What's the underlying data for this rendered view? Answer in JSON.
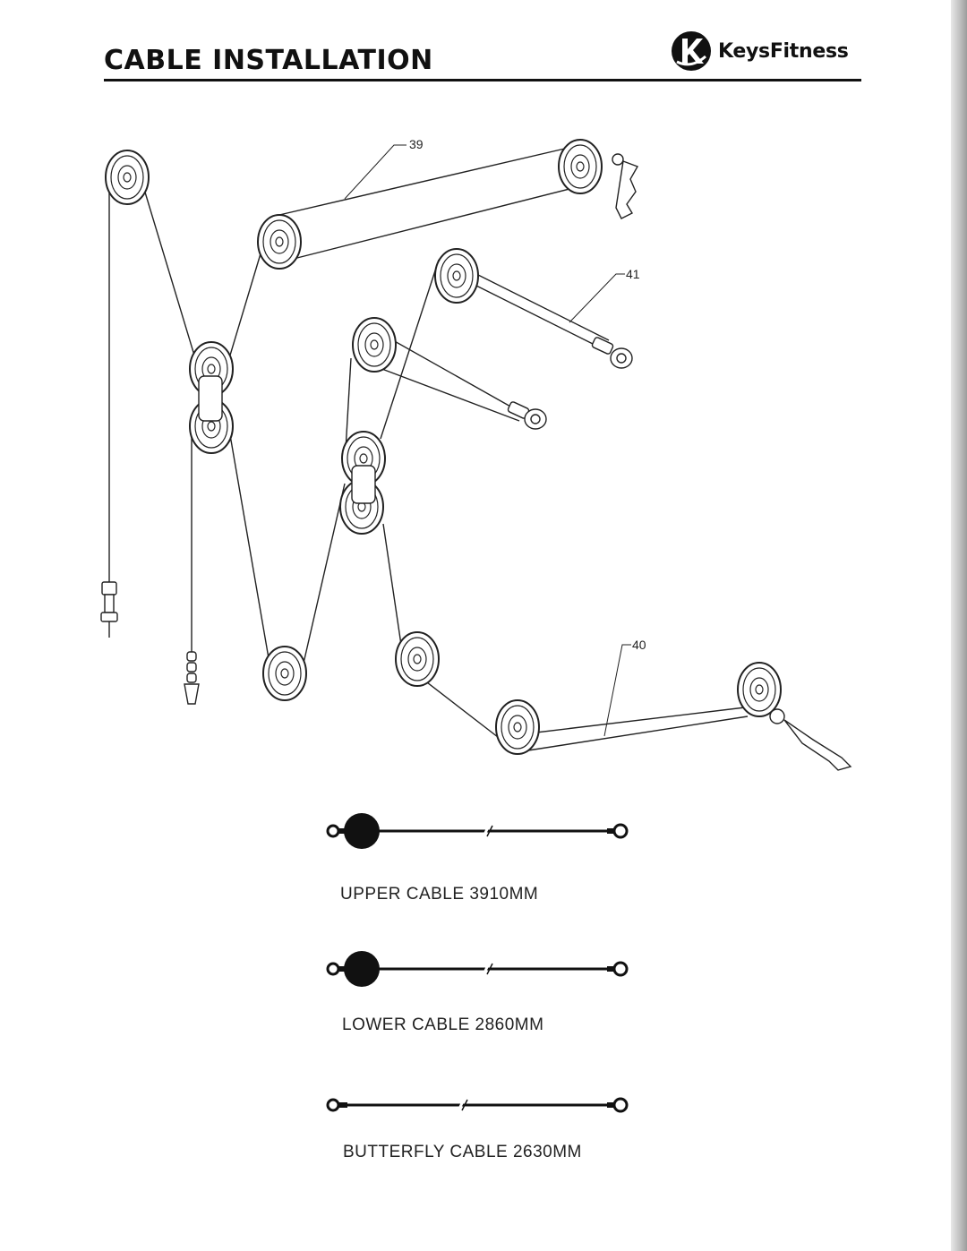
{
  "header": {
    "title": "CABLE INSTALLATION",
    "brand": "KeysFitness"
  },
  "diagram": {
    "callouts": [
      "39",
      "41",
      "40"
    ]
  },
  "cables": [
    {
      "label": "UPPER CABLE 3910MM"
    },
    {
      "label": "LOWER CABLE 2860MM"
    },
    {
      "label": "BUTTERFLY CABLE 2630MM"
    }
  ]
}
